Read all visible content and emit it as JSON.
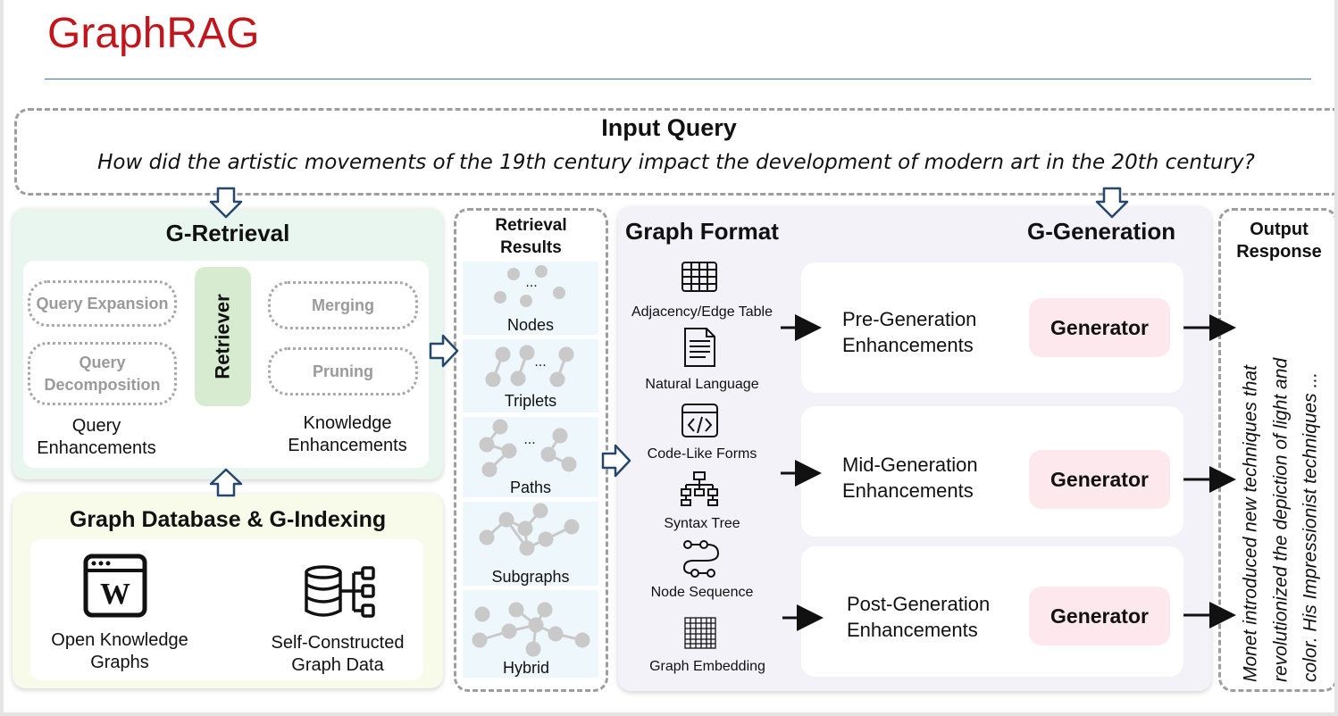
{
  "slide": {
    "title": "GraphRAG"
  },
  "input_query": {
    "title": "Input Query",
    "text": "How did the artistic movements of the 19th century impact the development of modern art in the 20th century?"
  },
  "g_retrieval": {
    "title": "G-Retrieval",
    "query_expansion": "Query Expansion",
    "query_decomposition_1": "Query",
    "query_decomposition_2": "Decomposition",
    "retriever": "Retriever",
    "merging": "Merging",
    "pruning": "Pruning",
    "query_enh_1": "Query",
    "query_enh_2": "Enhancements",
    "knowledge_enh_1": "Knowledge",
    "knowledge_enh_2": "Enhancements"
  },
  "graph_db": {
    "title": "Graph Database & G-Indexing",
    "open_kg_1": "Open Knowledge",
    "open_kg_2": "Graphs",
    "self_1": "Self-Constructed",
    "self_2": "Graph Data",
    "wiki_letter": "W"
  },
  "retrieval_results": {
    "title_1": "Retrieval",
    "title_2": "Results",
    "items": [
      "Nodes",
      "Triplets",
      "Paths",
      "Subgraphs",
      "Hybrid"
    ],
    "ellipsis": "..."
  },
  "graph_format": {
    "title": "Graph Format",
    "items": [
      "Adjacency/Edge Table",
      "Natural Language",
      "Code-Like Forms",
      "Syntax Tree",
      "Node Sequence",
      "Graph Embedding"
    ]
  },
  "g_generation": {
    "title": "G-Generation",
    "stages": [
      {
        "line1": "Pre-Generation",
        "line2": "Enhancements",
        "button": "Generator"
      },
      {
        "line1": "Mid-Generation",
        "line2": "Enhancements",
        "button": "Generator"
      },
      {
        "line1": "Post-Generation",
        "line2": "Enhancements",
        "button": "Generator"
      }
    ]
  },
  "output": {
    "title_1": "Output",
    "title_2": "Response",
    "line1": "Monet introduced new techniques that",
    "line2": "revolutionized the depiction of light and",
    "line3": "color. His Impressionist techniques ..."
  },
  "colors": {
    "title_red": "#c0161c",
    "rule_blue": "#3a6fc7",
    "retrieval_bg": "#e9f6ef",
    "db_bg": "#f8faea",
    "retriever_green": "#d6ebcf",
    "generator_pink": "#fde8ee",
    "results_cell": "#eef7fb",
    "dash_gray": "#9e9e9e",
    "arrow_blue": "#24476b"
  }
}
